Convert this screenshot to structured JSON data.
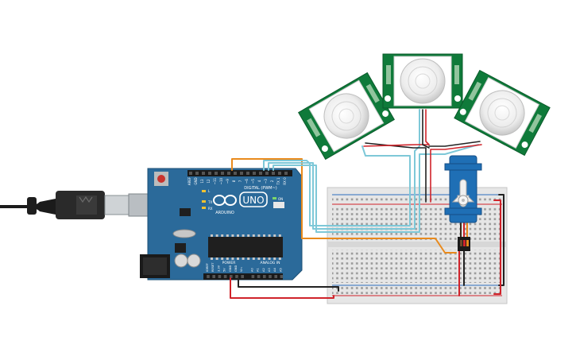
{
  "board": {
    "brand": "ARDUINO",
    "model": "UNO",
    "digital_label": "DIGITAL (PWM~)",
    "analog_label": "ANALOG IN",
    "power_label": "POWER",
    "tx_label": "TX",
    "rx_label": "RX",
    "l_label": "L",
    "on_label": "ON",
    "digital_pins": [
      "AREF",
      "GND",
      "13",
      "12",
      "~11",
      "~10",
      "~9",
      "8",
      "7",
      "~6",
      "~5",
      "4",
      "~3",
      "2",
      "TX 1",
      "RX 0"
    ],
    "power_pins": [
      "IOREF",
      "RESET",
      "3.3V",
      "5V",
      "GND",
      "GND",
      "Vin"
    ],
    "analog_pins": [
      "A0",
      "A1",
      "A2",
      "A3",
      "A4",
      "A5"
    ]
  },
  "colors": {
    "board_blue": "#2b6a9a",
    "breadboard": "#e6e6e6",
    "pir_green": "#0f7a3a",
    "servo_blue": "#1f6fb5",
    "wire_orange": "#e98a1c",
    "wire_cyan": "#7ec8d8",
    "wire_red": "#d0232a",
    "wire_black": "#222222"
  },
  "icons": [
    "usb-cable-icon",
    "arduino-infinity-logo-icon",
    "servo-horn-icon",
    "pir-dome-icon"
  ]
}
